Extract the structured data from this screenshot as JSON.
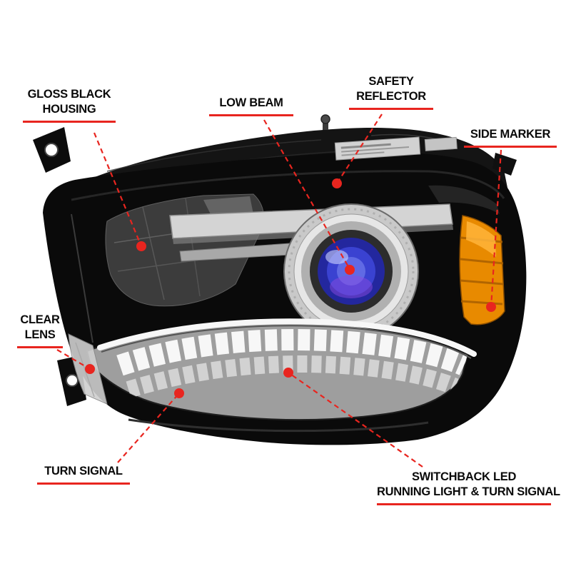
{
  "colors": {
    "accent_red": "#E8251F",
    "housing_black": "#0A0A0A",
    "chrome_silver": "#D4D4D4",
    "side_marker_amber": "#E88A00",
    "projector_lens_blue": "#3D46D6",
    "background": "#FFFFFF"
  },
  "callouts": {
    "gloss_black_housing": {
      "lines": [
        "GLOSS BLACK",
        "HOUSING"
      ]
    },
    "low_beam": {
      "lines": [
        "LOW BEAM"
      ]
    },
    "safety_reflector": {
      "lines": [
        "SAFETY",
        "REFLECTOR"
      ]
    },
    "side_marker": {
      "lines": [
        "SIDE MARKER"
      ]
    },
    "clear_lens": {
      "lines": [
        "CLEAR",
        "LENS"
      ]
    },
    "turn_signal": {
      "lines": [
        "TURN SIGNAL"
      ]
    },
    "switchback_led": {
      "lines": [
        "SWITCHBACK LED",
        "RUNNING LIGHT & TURN SIGNAL"
      ]
    }
  }
}
